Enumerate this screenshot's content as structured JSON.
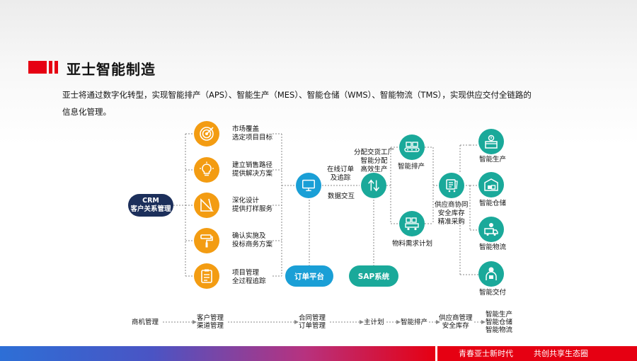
{
  "header": {
    "title": "亚士智能制造"
  },
  "intro": {
    "line1": "亚士将通过数字化转型，实现智能排产（APS）、智能生产（MES）、智能仓储（WMS）、智能物流（TMS），实现供应交付全链路的",
    "line2": "信息化管理。"
  },
  "crm": {
    "line1": "CRM",
    "line2": "客户关系管理"
  },
  "steps": [
    {
      "icon": "target-icon",
      "line1": "市场覆盖",
      "line2": "选定项目目标"
    },
    {
      "icon": "lightbulb-icon",
      "line1": "建立销售路径",
      "line2": "提供解决方案"
    },
    {
      "icon": "design-ruler-icon",
      "line1": "深化设计",
      "line2": "提供打样服务"
    },
    {
      "icon": "paint-roller-icon",
      "line1": "确认实施及",
      "line2": "投标商务方案"
    },
    {
      "icon": "clipboard-icon",
      "line1": "项目管理",
      "line2": "全过程追踪"
    }
  ],
  "order_platform": {
    "label": "订单平台",
    "online_line1": "在线订单",
    "online_line2": "及追踪",
    "data_exchange": "数据交互"
  },
  "sap": {
    "label": "SAP系统",
    "dispatch_line1": "分配交货工厂",
    "dispatch_line2": "智能分配",
    "dispatch_line3": "高效生产"
  },
  "scheduling": {
    "label": "智能排产"
  },
  "mrp": {
    "label": "物料需求计划"
  },
  "supplier": {
    "line1": "供应商协同",
    "line2": "安全库存",
    "line3": "精准采购"
  },
  "outcomes": [
    {
      "icon": "factory-icon",
      "label": "智能生产"
    },
    {
      "icon": "warehouse-boxes-icon",
      "label": "智能仓储"
    },
    {
      "icon": "delivery-truck-icon",
      "label": "智能物流"
    },
    {
      "icon": "courier-icon",
      "label": "智能交付"
    }
  ],
  "flow": [
    {
      "line1": "商机管理"
    },
    {
      "line1": "客户管理",
      "line2": "渠道管理"
    },
    {
      "line1": "合同管理",
      "line2": "订单管理"
    },
    {
      "line1": "主计划"
    },
    {
      "line1": "智能排产"
    },
    {
      "line1": "供应商管理",
      "line2": "安全库存"
    },
    {
      "line1": "智能生产",
      "line2": "智能仓储",
      "line3": "智能物流"
    }
  ],
  "footer": {
    "slogan1": "青春亚士新时代",
    "slogan2": "共创共享生态圈"
  },
  "colors": {
    "accent": "#e60012",
    "orange": "#f39c12",
    "blue": "#1a9fd6",
    "teal": "#1aa99a",
    "navy": "#1c2f5b"
  }
}
